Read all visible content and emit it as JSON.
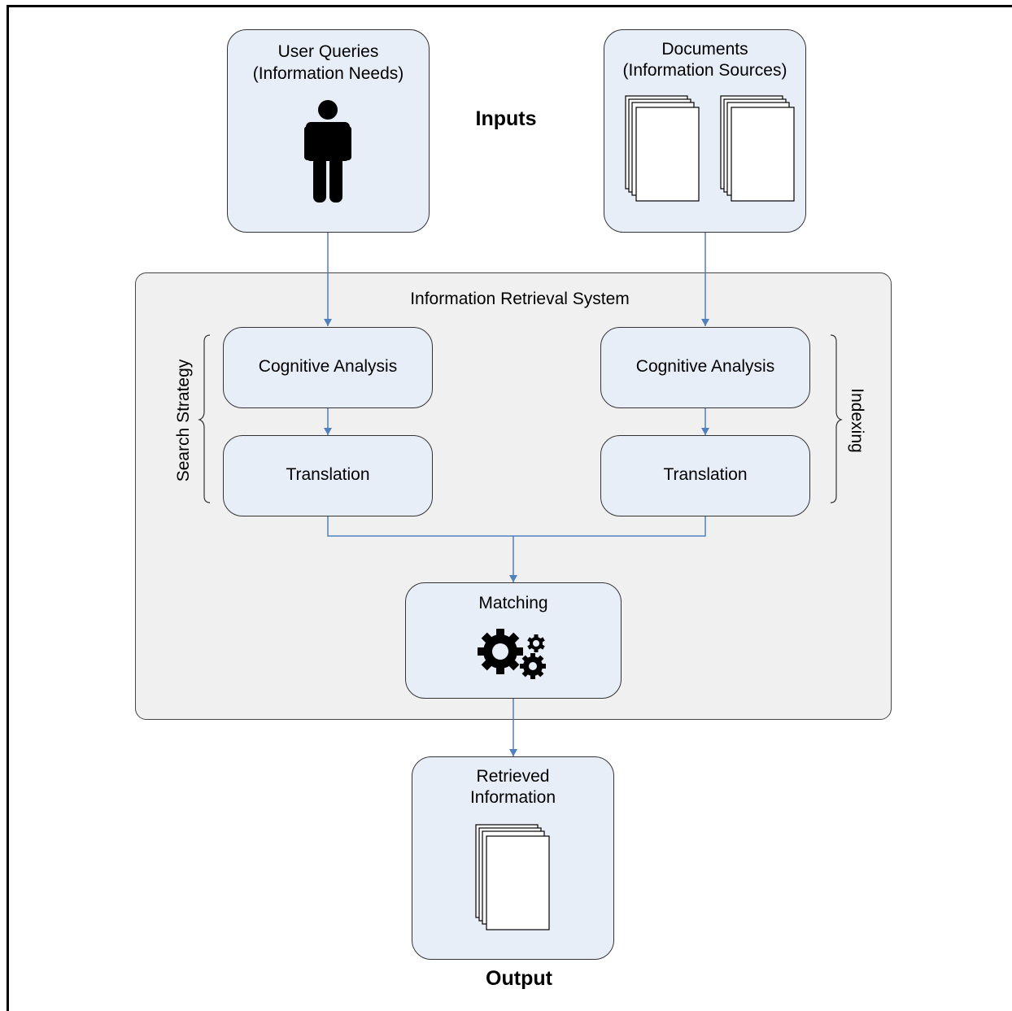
{
  "diagram": {
    "inputs_heading": "Inputs",
    "output_heading": "Output",
    "user_queries": {
      "line1": "User Queries",
      "line2": "(Information Needs)"
    },
    "documents": {
      "line1": "Documents",
      "line2": "(Information Sources)"
    },
    "system_title": "Information Retrieval System",
    "left_bracket_label": "Search Strategy",
    "right_bracket_label": "Indexing",
    "left_analysis": "Cognitive Analysis",
    "left_translation": "Translation",
    "right_analysis": "Cognitive Analysis",
    "right_translation": "Translation",
    "matching": "Matching",
    "retrieved": {
      "line1": "Retrieved",
      "line2": "Information"
    },
    "icons": [
      "person-icon",
      "document-stack-icon",
      "gears-icon"
    ],
    "colors": {
      "box_fill": "#e8eef8",
      "system_fill": "#f0f0f0",
      "arrow": "#4f81bd",
      "border": "#333333"
    }
  }
}
